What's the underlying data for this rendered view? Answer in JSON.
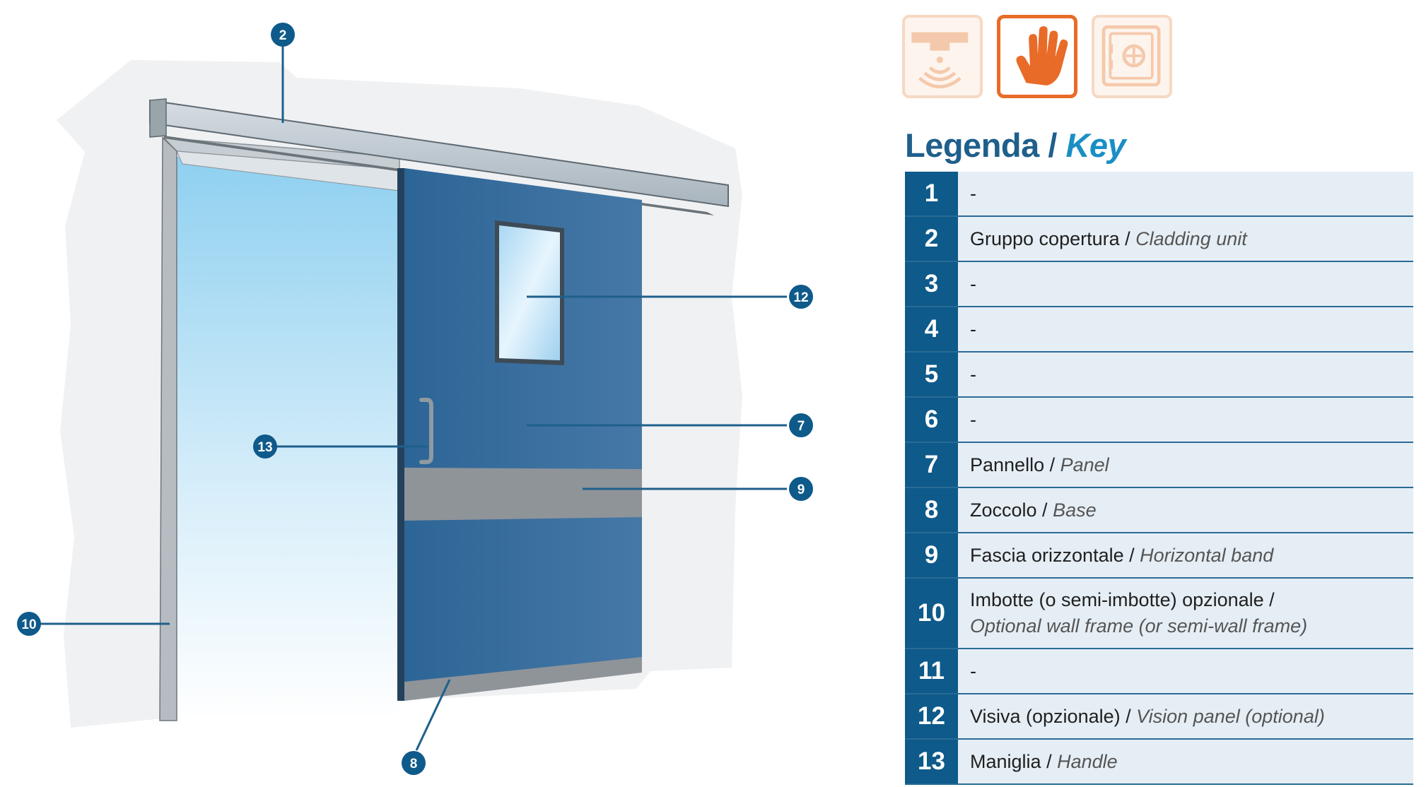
{
  "callouts": [
    "2",
    "12",
    "7",
    "13",
    "9",
    "10",
    "8"
  ],
  "icons": [
    {
      "name": "sensor-icon",
      "state": "inactive"
    },
    {
      "name": "hand-icon",
      "state": "active"
    },
    {
      "name": "safe-icon",
      "state": "inactive"
    }
  ],
  "legend": {
    "title_it": "Legenda",
    "separator": " / ",
    "title_en": "Key",
    "rows": [
      {
        "num": "1",
        "it": "-",
        "sep": "",
        "en": ""
      },
      {
        "num": "2",
        "it": "Gruppo copertura",
        "sep": " / ",
        "en": "Cladding unit"
      },
      {
        "num": "3",
        "it": "-",
        "sep": "",
        "en": ""
      },
      {
        "num": "4",
        "it": "-",
        "sep": "",
        "en": ""
      },
      {
        "num": "5",
        "it": "-",
        "sep": "",
        "en": ""
      },
      {
        "num": "6",
        "it": "-",
        "sep": "",
        "en": ""
      },
      {
        "num": "7",
        "it": "Pannello",
        "sep": " / ",
        "en": "Panel"
      },
      {
        "num": "8",
        "it": "Zoccolo",
        "sep": " / ",
        "en": "Base"
      },
      {
        "num": "9",
        "it": "Fascia orizzontale",
        "sep": " / ",
        "en": "Horizontal band"
      },
      {
        "num": "10",
        "it": "Imbotte (o semi-imbotte) opzionale /",
        "sep": "",
        "en": "Optional wall frame (or semi-wall frame)"
      },
      {
        "num": "11",
        "it": "-",
        "sep": "",
        "en": ""
      },
      {
        "num": "12",
        "it": "Visiva (opzionale)",
        "sep": " / ",
        "en": "Vision panel (optional)"
      },
      {
        "num": "13",
        "it": "Maniglia",
        "sep": " / ",
        "en": "Handle"
      }
    ]
  },
  "colors": {
    "accent_blue": "#0e5a8a",
    "title_blue": "#1f5f8b",
    "key_blue": "#1a8fc4",
    "row_bg": "#e5eef5",
    "door_blue": "#3a6fa0",
    "icon_orange": "#e96b28"
  }
}
